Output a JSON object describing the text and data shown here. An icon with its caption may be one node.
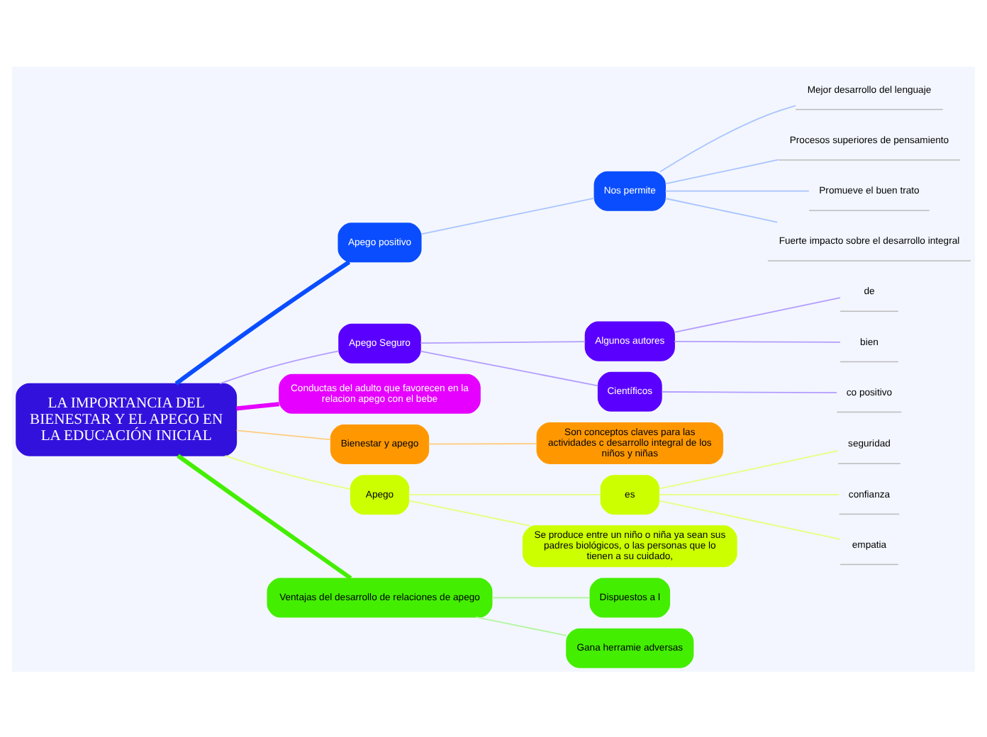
{
  "diagram": {
    "nodes": [
      {
        "text": [
          "LA IMPORTANCIA DEL BIENESTAR Y EL APEGO EN LA EDUCACIÓN INICIAL"
        ]
      },
      {
        "text": [
          "Apego positivo"
        ]
      },
      {
        "text": [
          "Nos permite"
        ]
      },
      {
        "text": [
          "Mejor desarrollo del lenguaje"
        ]
      },
      {
        "text": [
          "Procesos superiores de pensamiento"
        ]
      },
      {
        "text": [
          "Promueve el buen trato"
        ]
      },
      {
        "text": [
          "Fuerte impacto sobre el desarrollo integral"
        ]
      },
      {
        "text": [
          "Apego Seguro"
        ]
      },
      {
        "text": [
          "Algunos autores"
        ]
      },
      {
        "text": [
          "de"
        ]
      },
      {
        "text": [
          "bien"
        ]
      },
      {
        "text": [
          "Científicos"
        ]
      },
      {
        "text": [
          "co positivo"
        ]
      },
      {
        "text": [
          "Conductas del adulto que favorecen en la relacion apego con el bebe"
        ]
      },
      {
        "text": [
          "Bienestar y apego"
        ]
      },
      {
        "text": [
          "Son conceptos claves para las actividades c desarrollo integral de los niños y niñas"
        ]
      },
      {
        "text": [
          "Apego"
        ]
      },
      {
        "text": [
          "es"
        ]
      },
      {
        "text": [
          "seguridad"
        ]
      },
      {
        "text": [
          "confianza"
        ]
      },
      {
        "text": [
          "empatia"
        ]
      },
      {
        "text": [
          "Se produce entre un niño o niña ya sean sus padres biológicos, o las personas que lo tienen a su cuidado,"
        ]
      },
      {
        "text": [
          "Ventajas del desarrollo de relaciones de apego"
        ]
      },
      {
        "text": [
          "Dispuestos a l"
        ]
      },
      {
        "text": [
          "Gana herramie adversas"
        ]
      }
    ],
    "edges": [
      {
        "from": 0,
        "to": 1,
        "arrow": "none",
        "color": "#0a4dff",
        "style": "thick"
      },
      {
        "from": 1,
        "to": 2,
        "arrow": "none",
        "color": "#a9c4ff"
      },
      {
        "from": 2,
        "to": 3,
        "arrow": "none",
        "color": "#a9c4ff"
      },
      {
        "from": 2,
        "to": 4,
        "arrow": "none",
        "color": "#a9c4ff"
      },
      {
        "from": 2,
        "to": 5,
        "arrow": "none",
        "color": "#a9c4ff"
      },
      {
        "from": 2,
        "to": 6,
        "arrow": "none",
        "color": "#a9c4ff"
      },
      {
        "from": 0,
        "to": 7,
        "arrow": "none",
        "color": "#b39dff"
      },
      {
        "from": 7,
        "to": 8,
        "arrow": "none",
        "color": "#b39dff"
      },
      {
        "from": 8,
        "to": 9,
        "arrow": "none",
        "color": "#b39dff"
      },
      {
        "from": 8,
        "to": 10,
        "arrow": "none",
        "color": "#b39dff"
      },
      {
        "from": 7,
        "to": 11,
        "arrow": "none",
        "color": "#b39dff"
      },
      {
        "from": 11,
        "to": 12,
        "arrow": "none",
        "color": "#b39dff"
      },
      {
        "from": 0,
        "to": 13,
        "arrow": "none",
        "color": "#e600ff",
        "style": "thick"
      },
      {
        "from": 0,
        "to": 14,
        "arrow": "none",
        "color": "#ffcc80"
      },
      {
        "from": 14,
        "to": 15,
        "arrow": "none",
        "color": "#ffcc80"
      },
      {
        "from": 0,
        "to": 16,
        "arrow": "none",
        "color": "#e6ff80"
      },
      {
        "from": 16,
        "to": 17,
        "arrow": "none",
        "color": "#e6ff80"
      },
      {
        "from": 17,
        "to": 18,
        "arrow": "none",
        "color": "#e6ff80"
      },
      {
        "from": 17,
        "to": 19,
        "arrow": "none",
        "color": "#e6ff80"
      },
      {
        "from": 17,
        "to": 20,
        "arrow": "none",
        "color": "#e6ff80"
      },
      {
        "from": 16,
        "to": 21,
        "arrow": "none",
        "color": "#e6ff80"
      },
      {
        "from": 0,
        "to": 22,
        "arrow": "none",
        "color": "#44ee00",
        "style": "thick"
      },
      {
        "from": 22,
        "to": 23,
        "arrow": "none",
        "color": "#b3f5a0"
      },
      {
        "from": 22,
        "to": 24,
        "arrow": "none",
        "color": "#b3f5a0"
      }
    ]
  }
}
